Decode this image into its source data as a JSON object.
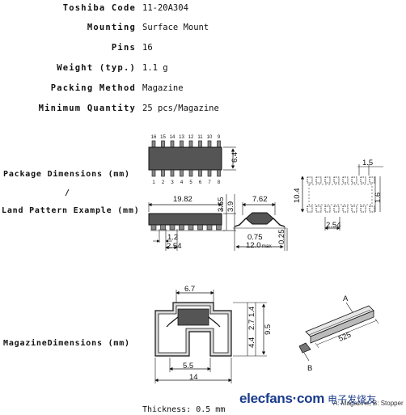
{
  "specs": [
    {
      "label": "Toshiba Code",
      "value": "11-20A304"
    },
    {
      "label": "Mounting",
      "value": "Surface Mount"
    },
    {
      "label": "Pins",
      "value": "16"
    },
    {
      "label": "Weight (typ.)",
      "value": "1.1 g"
    },
    {
      "label": "Packing Method",
      "value": "Magazine"
    },
    {
      "label": "Minimum Quantity",
      "value": "25 pcs/Magazine"
    }
  ],
  "sections": {
    "package_line1": "Package Dimensions (mm)",
    "package_slash": "/",
    "package_line2": "Land Pattern Example (mm)",
    "magazine": "MagazineDimensions (mm)"
  },
  "package_drawing": {
    "pins_top": [
      "16",
      "15",
      "14",
      "13",
      "12",
      "11",
      "10",
      "9"
    ],
    "pins_bottom": [
      "1",
      "2",
      "3",
      "4",
      "5",
      "6",
      "7",
      "8"
    ],
    "dims": {
      "height_right": "6.4",
      "length": "19.82",
      "h1": "3.65",
      "h2": "3.9",
      "pitch": "1.2",
      "spacing": "2.54",
      "width": "7.62",
      "lead": "0.75",
      "overall": "12.0",
      "overall_suffix": "max",
      "thickness": "0.25"
    }
  },
  "land_pattern": {
    "top": "1.5",
    "span": "10.4",
    "pad": "1.6",
    "pitch": "2.54"
  },
  "magazine_drawing": {
    "inner_width": "6.7",
    "d1": "1.4",
    "d2": "2.7",
    "d3": "4.4",
    "height": "9.5",
    "bottom_inner": "5.5",
    "overall_width": "14",
    "length": "525",
    "label_a": "A",
    "label_b": "B"
  },
  "footer": {
    "thickness": "Thickness: 0.5 mm",
    "caption": "A: Magazine, B: Stopper"
  },
  "watermark": {
    "brand": "elecfans·com",
    "cn": "电子发烧友"
  },
  "colors": {
    "ink": "#111111",
    "body_fill": "#555555",
    "watermark": "#1a3b8c"
  }
}
